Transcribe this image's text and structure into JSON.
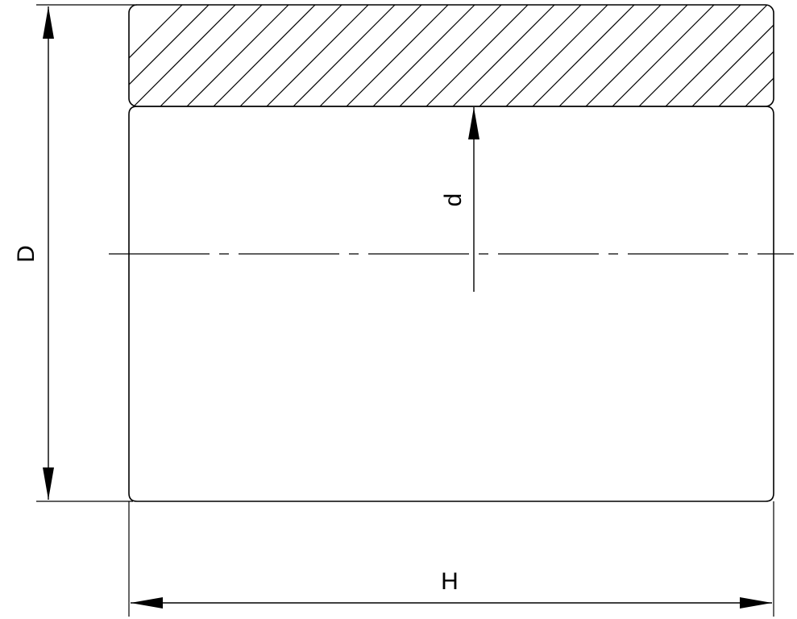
{
  "drawing": {
    "labels": {
      "outer_diameter": "D",
      "inner_diameter": "d",
      "length": "H"
    },
    "colors": {
      "line": "#000000",
      "background": "#ffffff"
    }
  }
}
